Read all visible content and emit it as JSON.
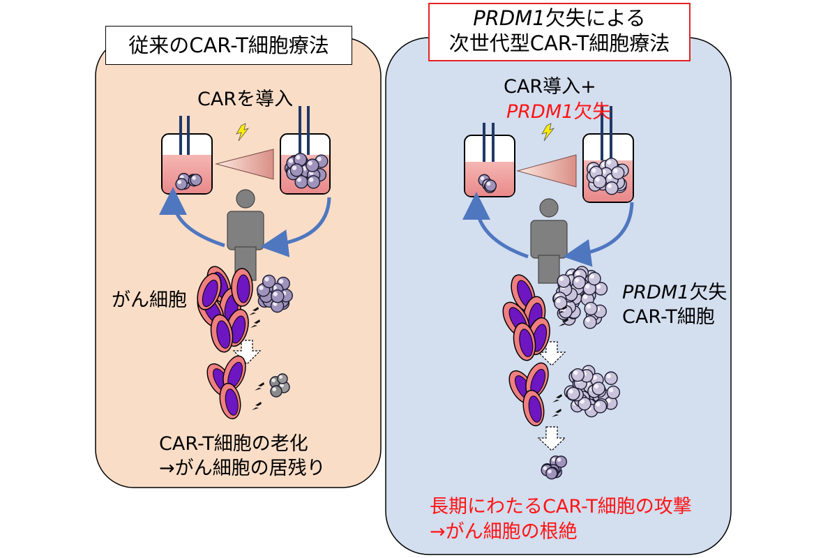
{
  "colors": {
    "left_panel_fill": "#f9ddc7",
    "right_panel_fill": "#d3deef",
    "cancer_cell_outer": "#ef7f80",
    "cancer_cell_nucleus": "#6e16c2",
    "car_t_cell": "#9f93bb",
    "emphasis_red": "#ff1414",
    "right_title_border": "#e32222",
    "arrow_blue": "#4f77c0"
  },
  "left": {
    "title": "従来のCAR-T細胞療法",
    "step_label": "CARを導入",
    "cancer_label": "がん細胞",
    "outcome_line1": "CAR-T細胞の老化",
    "outcome_line2": "→がん細胞の居残り"
  },
  "right": {
    "title_gene": "PRDM1",
    "title_line1_rest": "欠失による",
    "title_line2": "次世代型CAR-T細胞療法",
    "step_line1": "CAR導入+",
    "step_gene": "PRDM1",
    "step_rest": "欠失",
    "cell_gene": "PRDM1",
    "cell_rest": "欠失",
    "cell_line2": "CAR-T細胞",
    "outcome_line1": "長期にわたるCAR-T細胞の攻撃",
    "outcome_line2": "→がん細胞の根絶"
  },
  "icons": [
    "lightning-icon",
    "person-icon",
    "flask-icon",
    "cancer-cell-icon",
    "car-t-cell-icon",
    "dashed-down-arrow-icon",
    "curved-arrow-icon"
  ]
}
